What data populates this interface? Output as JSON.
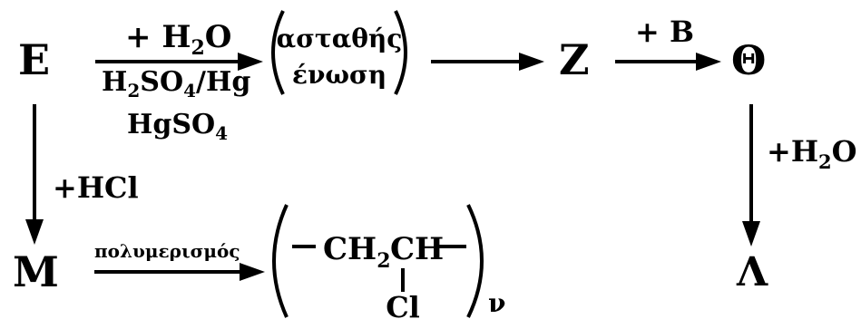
{
  "compounds": {
    "E": "E",
    "Z": "Z",
    "Theta": "Θ",
    "Lambda": "Λ",
    "M": "M"
  },
  "unstable_compound": {
    "line1": "ασταθής",
    "line2": "ένωση"
  },
  "reagents": {
    "water_top": {
      "main": "+ H",
      "sub": "2",
      "tail": "O"
    },
    "sulfuric_mercury": {
      "h": "H",
      "sub1": "2",
      "so": "SO",
      "sub2": "4",
      "tail": "/Hg"
    },
    "mercury_sulfate": {
      "main": "HgSO",
      "sub": "4"
    },
    "plus_B": "+ B",
    "water_right": {
      "main": "+H",
      "sub": "2",
      "tail": "O"
    },
    "plus_HCl": "+HCl",
    "polymerization": "πολυμερισμός"
  },
  "polymer": {
    "ch2": "CH",
    "ch2_sub": "2",
    "ch": "CH",
    "substituent": "Cl",
    "repeat": "ν"
  }
}
